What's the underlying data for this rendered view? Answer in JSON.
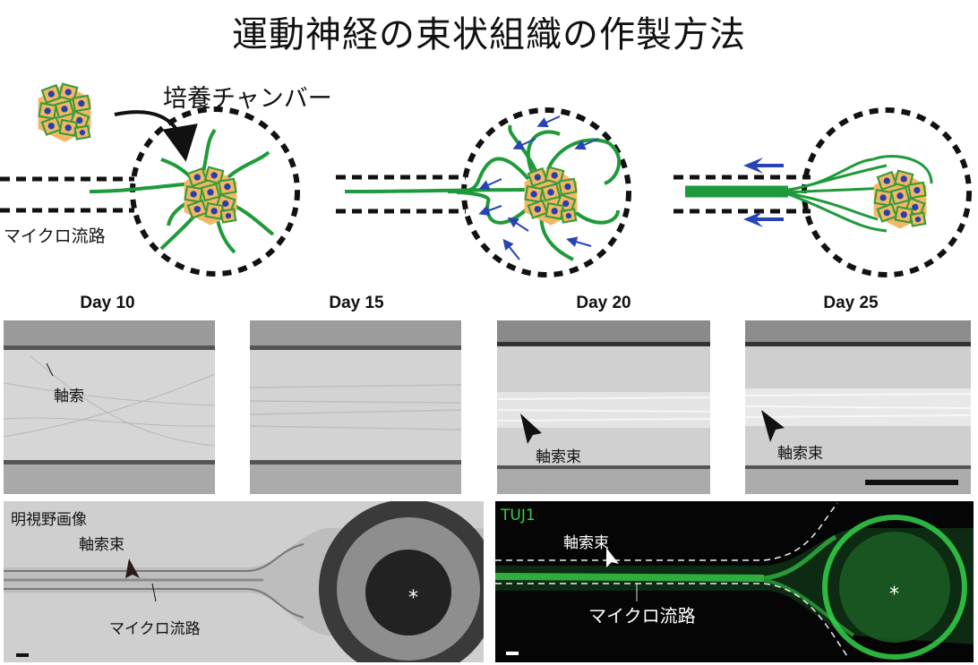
{
  "title": "運動神経の束状組織の作製方法",
  "labels": {
    "chamber": "培養チャンバー",
    "microchannel": "マイクロ流路"
  },
  "days": [
    "Day 10",
    "Day 15",
    "Day 20",
    "Day 25"
  ],
  "annotations": {
    "axon": "軸索",
    "axon_bundle": "軸索束"
  },
  "bottom_left": {
    "mode": "明視野画像",
    "bundle": "軸索束",
    "channel": "マイクロ流路",
    "marker": "*"
  },
  "bottom_right": {
    "stain": "TUJ1",
    "bundle": "軸索束",
    "channel": "マイクロ流路",
    "marker": "*"
  },
  "colors": {
    "cell_fill": "#f2b866",
    "cell_edge": "#3a9a3a",
    "nucleus": "#2a3fa8",
    "axon_green": "#1f9a3a",
    "flow_arrow": "#2743b5",
    "fluorescence": "#34d14a"
  }
}
